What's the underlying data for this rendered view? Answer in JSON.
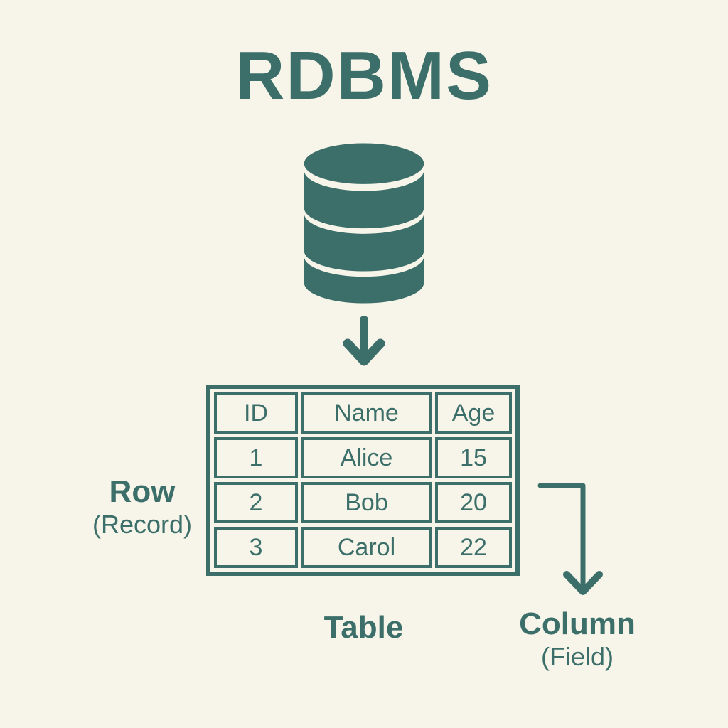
{
  "title": "RDBMS",
  "colors": {
    "accent": "#3C6F6A",
    "background": "#F7F5E9"
  },
  "icons": {
    "database": "database-cylinder-icon",
    "down_arrow": "down-arrow-icon",
    "column_arrow": "elbow-down-arrow-icon"
  },
  "table": {
    "headers": [
      "ID",
      "Name",
      "Age"
    ],
    "rows": [
      [
        "1",
        "Alice",
        "15"
      ],
      [
        "2",
        "Bob",
        "20"
      ],
      [
        "3",
        "Carol",
        "22"
      ]
    ]
  },
  "labels": {
    "row": "Row",
    "row_sub": "(Record)",
    "table": "Table",
    "column": "Column",
    "column_sub": "(Field)"
  }
}
